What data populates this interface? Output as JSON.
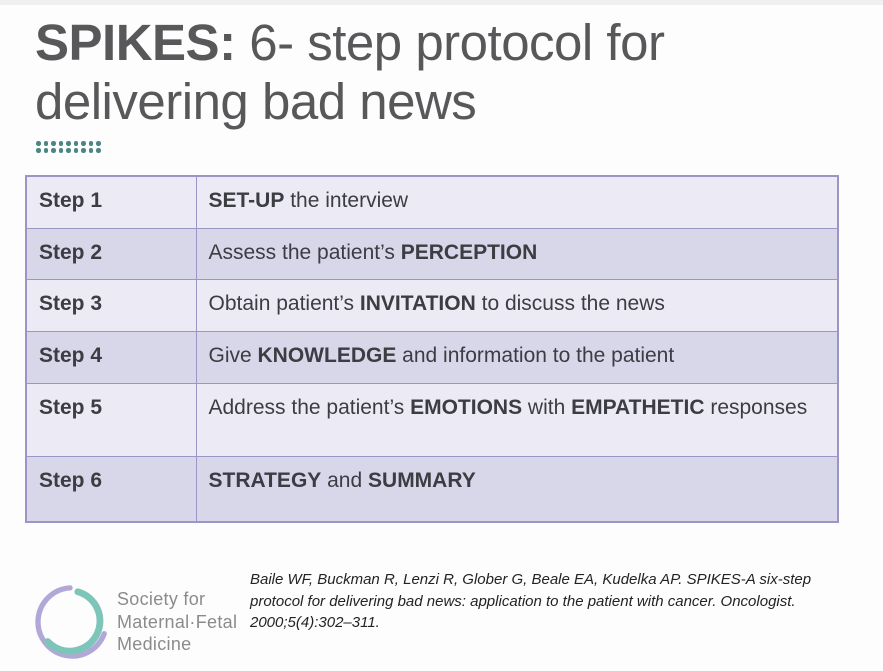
{
  "title": {
    "bold_part": "SPIKES:",
    "line1_rest": " 6- step protocol for",
    "line2": "delivering bad news"
  },
  "table": {
    "rows": [
      {
        "step": "Step 1",
        "parts": [
          {
            "text": "SET-UP",
            "bold": true
          },
          {
            "text": " the interview",
            "bold": false
          }
        ]
      },
      {
        "step": "Step 2",
        "parts": [
          {
            "text": "Assess the patient’s ",
            "bold": false
          },
          {
            "text": "PERCEPTION",
            "bold": true
          }
        ]
      },
      {
        "step": "Step 3",
        "parts": [
          {
            "text": "Obtain patient’s ",
            "bold": false
          },
          {
            "text": "INVITATION",
            "bold": true
          },
          {
            "text": " to discuss the news",
            "bold": false
          }
        ]
      },
      {
        "step": "Step 4",
        "parts": [
          {
            "text": "Give ",
            "bold": false
          },
          {
            "text": "KNOWLEDGE",
            "bold": true
          },
          {
            "text": " and information to the patient",
            "bold": false
          }
        ]
      },
      {
        "step": "Step 5",
        "parts": [
          {
            "text": "Address the patient’s ",
            "bold": false
          },
          {
            "text": "EMOTIONS",
            "bold": true
          },
          {
            "text": " with ",
            "bold": false
          },
          {
            "text": "EMPATHETIC",
            "bold": true
          },
          {
            "text": " responses",
            "bold": false
          }
        ]
      },
      {
        "step": "Step 6",
        "parts": [
          {
            "text": "STRATEGY",
            "bold": true
          },
          {
            "text": " and ",
            "bold": false
          },
          {
            "text": "SUMMARY",
            "bold": true
          }
        ]
      }
    ]
  },
  "citation": "Baile WF, Buckman R, Lenzi R, Glober G, Beale EA, Kudelka AP. SPIKES-A six-step protocol for delivering bad news: application to the patient with cancer. Oncologist. 2000;5(4):302–311.",
  "logo": {
    "lines": [
      "Society for",
      "Maternal·Fetal",
      "Medicine"
    ]
  },
  "decor": {
    "dot_rows": 2,
    "dot_cols": 9
  },
  "colors": {
    "title_text": "#58585b",
    "table_row_light": "#ecebf5",
    "table_row_dark": "#d8d6e9",
    "table_border": "#9b96c6",
    "table_text": "#3c3c43",
    "accent_dots_teal": "#4d8584",
    "logo_teal": "#7ec5b9",
    "logo_lavender": "#b2a8d7",
    "logo_text_gray": "#8b8b8b"
  }
}
